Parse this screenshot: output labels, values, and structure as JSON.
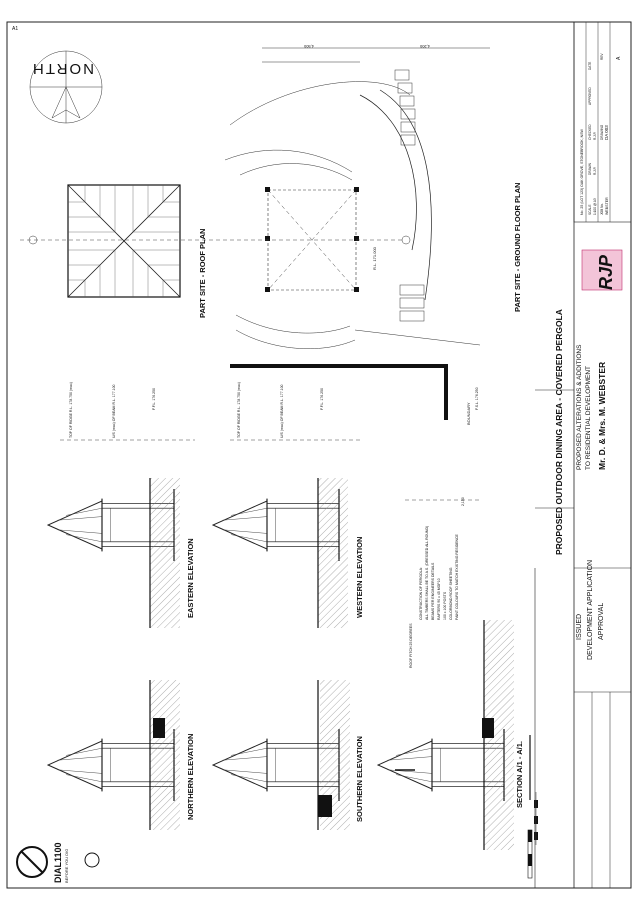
{
  "sheet_id": "A1",
  "north": {
    "label": "NORTH"
  },
  "drawings": {
    "roof_plan": "PART SITE - ROOF PLAN",
    "ground_plan": "PART SITE - GROUND FLOOR PLAN",
    "eastern": "EASTERN ELEVATION",
    "western": "WESTERN ELEVATION",
    "northern": "NORTHERN ELEVATION",
    "southern": "SOUTHERN ELEVATION",
    "section": "SECTION A/1 - A/1."
  },
  "project_title": "PROPOSED OUTDOOR DINING AREA - COVERED PERGOLA",
  "issue": {
    "line1": "ISSUED",
    "line2": "DEVELOPMENT APPLICATION",
    "line3": "APPROVAL"
  },
  "description": {
    "line1": "PROPOSED ALTERATIONS & ADDITIONS",
    "line2": "TO RESIDENTIAL DEVELOPMENT"
  },
  "client": "Mr. D. & Mrs. M. WEBSTER",
  "firm": {
    "logo": "RJP"
  },
  "dial": {
    "line1": "DIAL1100",
    "line2": "BEFORE YOU DIG"
  },
  "labels": {
    "rl_top_ridge": "TOP OF RIDGE  R.L. 178.750 (max)",
    "rl_underside": "U/S (max) OF BEAM R.L. 177.100",
    "rl_ffl": "F.F.L. 176.250",
    "fsl": "F.S.L. 176.250",
    "rl_ngl": "R.L. 171.000",
    "roof_pitch": "ROOF PITCH 25 DEGREES",
    "boundary": "BOUNDARY",
    "dim_1": "4,500",
    "dim_2": "2,150",
    "dim_3": "4,200"
  },
  "notes": [
    "CONSTRUCTION OF PERGOLA:",
    "ALL TIMBERS SHALL BE TO A.S. (DRESSED ALL ROUND)",
    "BEAMS PER ENGINEERS DETAILS",
    "RAFTERS 90 x 45 MGP10",
    "100 x 100 POSTS",
    "COLORBOND ROOF SHEETING",
    "PAINT COLOURS TO MATCH EXISTING RESIDENCE"
  ],
  "title_block": {
    "address": "No. 25 (LOT 123) OAK GROVE, STONEBROOK, NSW",
    "scale_label": "SCALE",
    "scale_value": "1:100 @ A3",
    "drawn_label": "DRAWN",
    "drawn_value": "R.J.P.",
    "checked_label": "CHECKED",
    "checked_value": "R.J.P.",
    "approved_label": "APPROVED",
    "date_label": "DATE",
    "job_label": "JOB No.",
    "job_value": "WEBSTER",
    "drawing_label": "DRAWING",
    "drawing_value": "DA 003",
    "rev_label": "REV",
    "rev_value": "A"
  }
}
